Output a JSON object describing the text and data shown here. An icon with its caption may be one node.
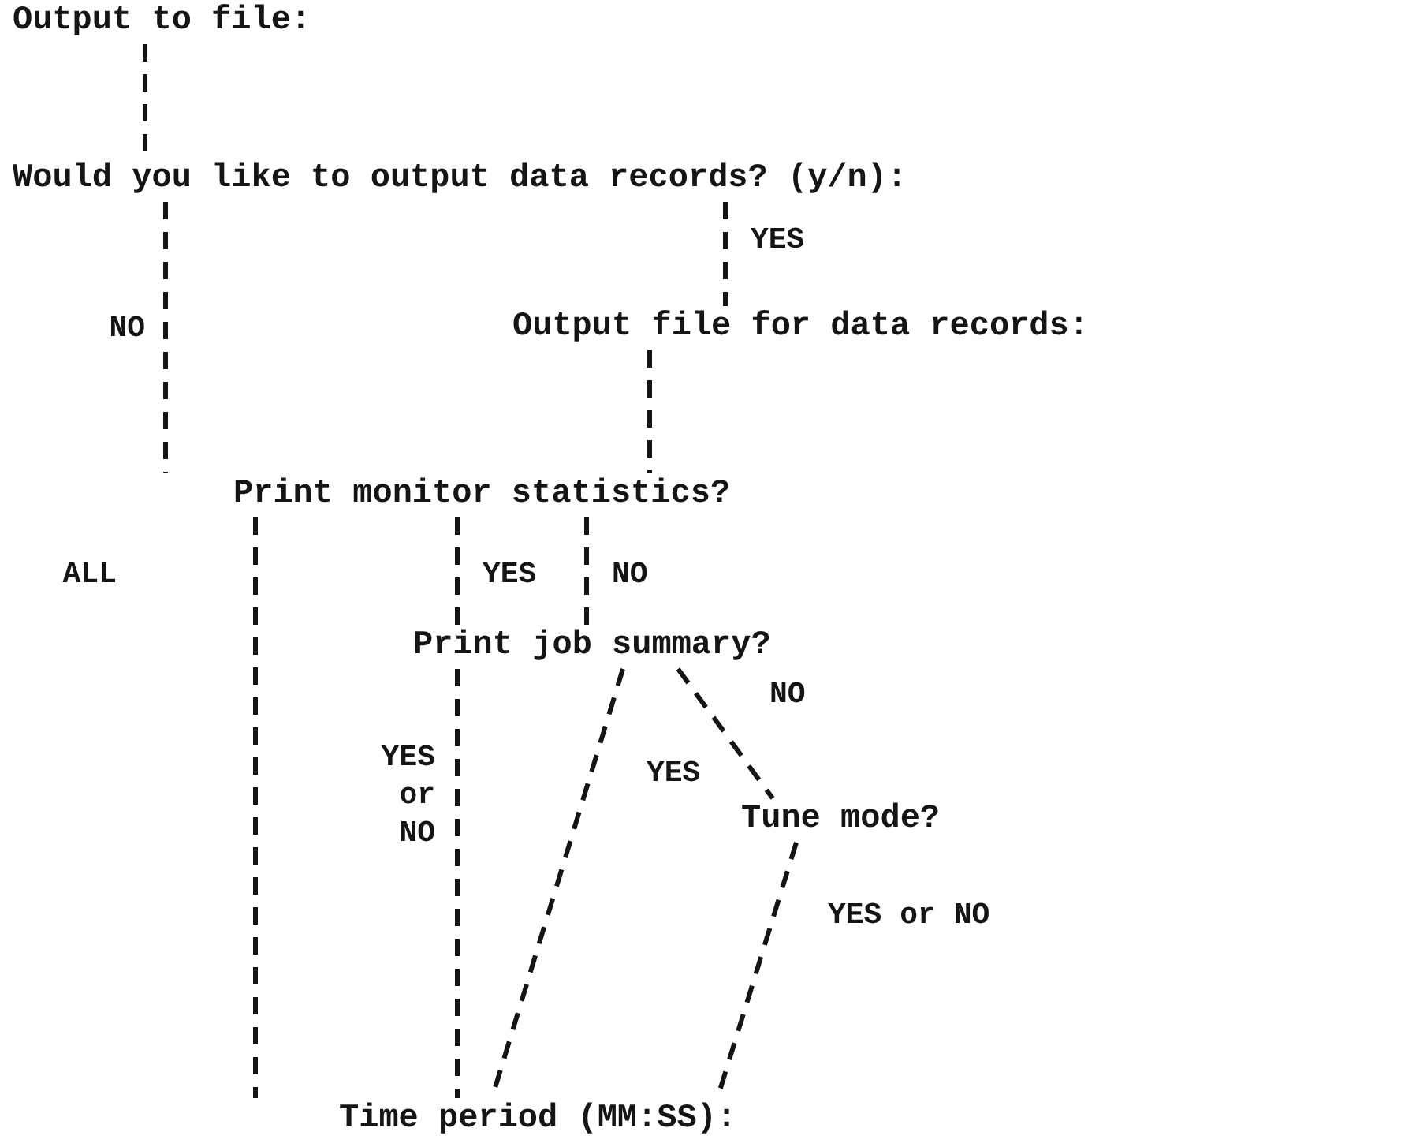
{
  "diagram": {
    "nodes": [
      {
        "text": [
          "Output to file:"
        ]
      },
      {
        "text": [
          "Would you like to output data records? (y/n):"
        ]
      },
      {
        "text": [
          "Output file for data records:"
        ]
      },
      {
        "text": [
          "Print monitor statistics?"
        ]
      },
      {
        "text": [
          "Print job summary?"
        ]
      },
      {
        "text": [
          "Tune mode?"
        ]
      },
      {
        "text": [
          "Time period (MM:SS):"
        ]
      }
    ],
    "edges": [
      {
        "from": 0,
        "to": 1,
        "arrow": "none"
      },
      {
        "from": 1,
        "to": 3,
        "arrow": "none",
        "label": "NO"
      },
      {
        "from": 1,
        "to": 2,
        "arrow": "none",
        "label": "YES"
      },
      {
        "from": 2,
        "to": 3,
        "arrow": "none"
      },
      {
        "from": 3,
        "to": 6,
        "arrow": "none",
        "label": "ALL"
      },
      {
        "from": 3,
        "to": 4,
        "arrow": "none",
        "label": "YES"
      },
      {
        "from": 3,
        "to": 4,
        "arrow": "none",
        "label": "NO"
      },
      {
        "from": 4,
        "to": 6,
        "arrow": "none",
        "label": "YES or NO"
      },
      {
        "from": 4,
        "to": 6,
        "arrow": "none",
        "label": "YES"
      },
      {
        "from": 4,
        "to": 5,
        "arrow": "none",
        "label": "NO"
      },
      {
        "from": 5,
        "to": 6,
        "arrow": "none",
        "label": "YES or NO"
      }
    ]
  }
}
